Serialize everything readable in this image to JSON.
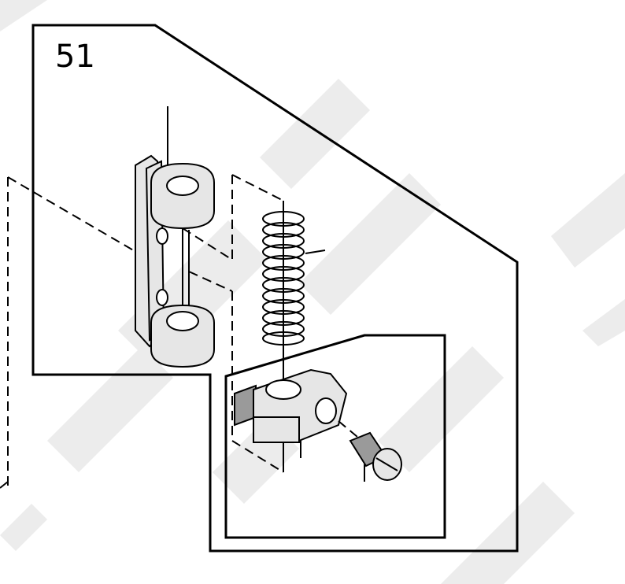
{
  "figure": {
    "number": "51"
  },
  "diagram": {
    "type": "exploded-parts-view",
    "parts": [
      {
        "name": "hinge-bracket"
      },
      {
        "name": "compression-spring"
      },
      {
        "name": "clamp-block"
      },
      {
        "name": "slotted-screw"
      }
    ],
    "watermark_color": "#ececec",
    "line_color": "#000000"
  }
}
